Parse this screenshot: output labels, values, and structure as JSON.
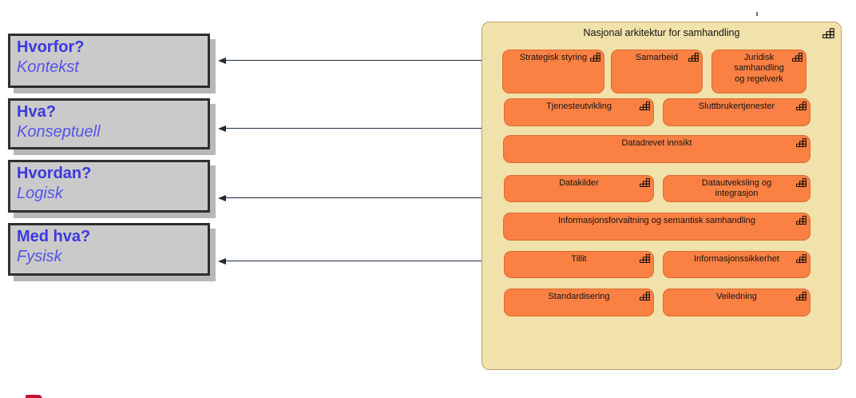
{
  "diagram": {
    "left_panels": [
      {
        "question": "Hvorfor?",
        "level": "Kontekst"
      },
      {
        "question": "Hva?",
        "level": "Konseptuell"
      },
      {
        "question": "Hvordan?",
        "level": "Logisk"
      },
      {
        "question": "Med hva?",
        "level": "Fysisk"
      }
    ],
    "container": {
      "title": "Nasjonal arkitektur for samhandling",
      "rows": [
        {
          "cells": [
            "Strategisk styring",
            "Samarbeid",
            "Juridisk samhandling og regelverk"
          ]
        },
        {
          "cells": [
            "Tjenesteutvikling",
            "Sluttbrukertjenester"
          ]
        },
        {
          "cells": [
            "Datadrevet innsikt"
          ]
        },
        {
          "cells": [
            "Datakilder",
            "Datautveksling og integrasjon"
          ]
        },
        {
          "cells": [
            "Informasjonsforvaltning og semantisk samhandling"
          ]
        },
        {
          "cells": [
            "Tillit",
            "Informasjonssikkerhet"
          ]
        },
        {
          "cells": [
            "Standardisering",
            "Veiledning"
          ]
        }
      ]
    },
    "icons": {
      "capability": "capability-grid-icon"
    },
    "colors": {
      "capability_fill": "#fa8044",
      "capability_border": "#dc6c2e",
      "container_fill": "#f1e1aa",
      "container_border": "#b5a470",
      "panel_fill": "#cacaca",
      "panel_border": "#2e2e2e",
      "panel_text_bold": "#3c38e0",
      "panel_text_italic": "#5653e8",
      "arrow": "#1e2b3c",
      "bottom_mark": "#c31230"
    }
  }
}
